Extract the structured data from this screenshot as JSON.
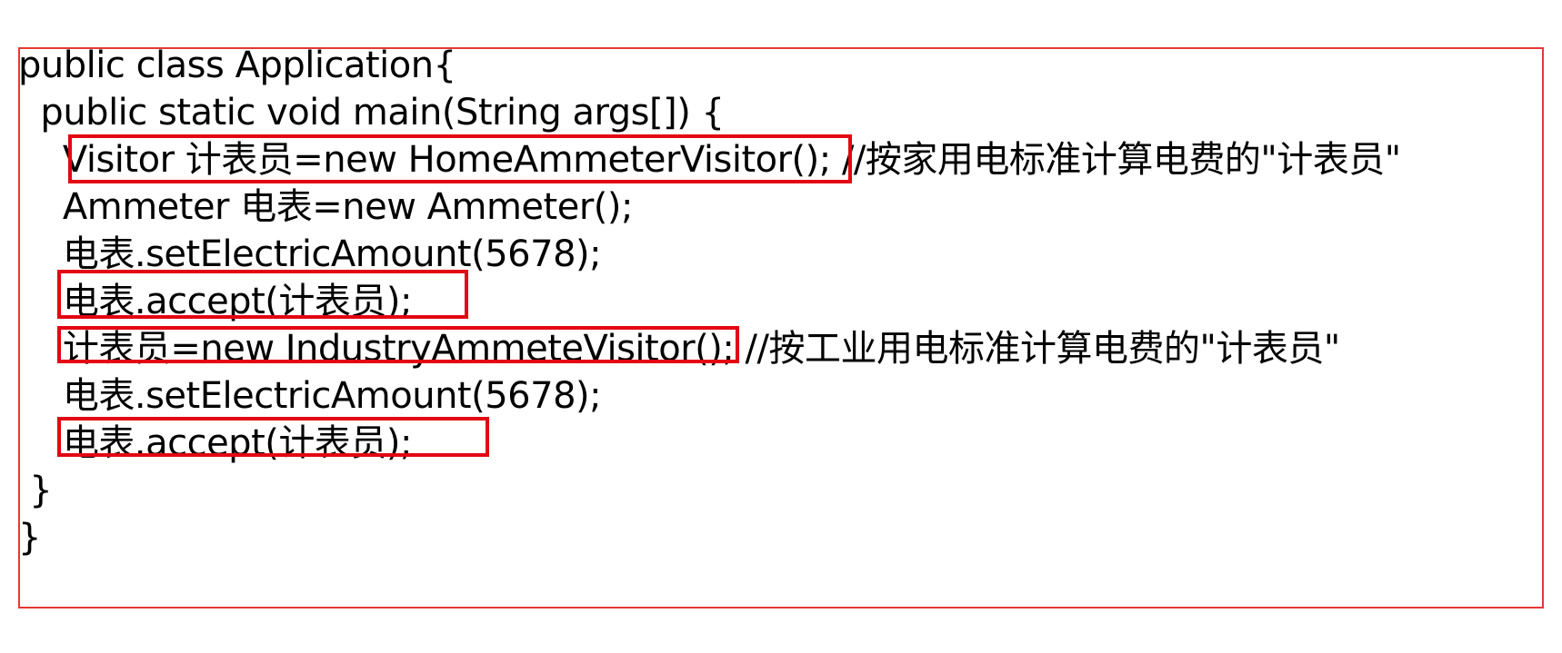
{
  "code": {
    "lines": [
      "public class Application{",
      "  public static void main(String args[]) {",
      "    Visitor 计表员=new HomeAmmeterVisitor(); //按家用电标准计算电费的\"计表员\"",
      "    Ammeter 电表=new Ammeter();",
      "    电表.setElectricAmount(5678);",
      "    电表.accept(计表员);",
      "    计表员=new IndustryAmmeteVisitor(); //按工业用电标准计算电费的\"计表员\"",
      "    电表.setElectricAmount(5678);",
      "    电表.accept(计表员);",
      " }",
      "}"
    ]
  },
  "colors": {
    "frame": "#e53935",
    "highlight": "#e30613",
    "text": "#000000"
  }
}
